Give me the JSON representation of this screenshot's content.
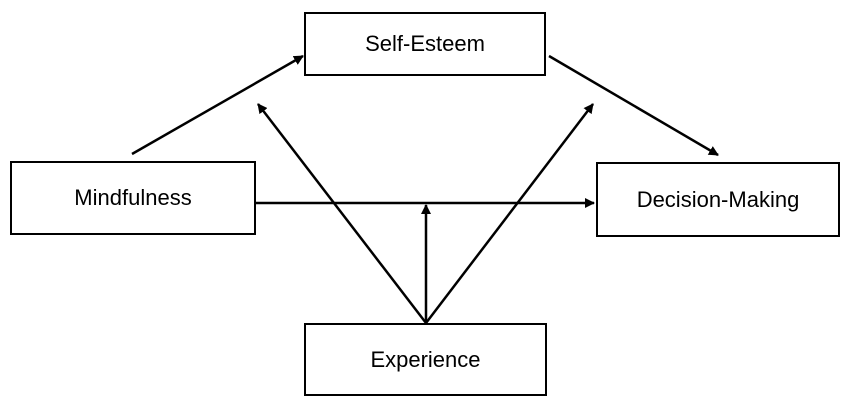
{
  "diagram": {
    "nodes": {
      "self_esteem": "Self-Esteem",
      "mindfulness": "Mindfulness",
      "decision_making": "Decision-Making",
      "experience": "Experience"
    },
    "edges": [
      {
        "from": "Mindfulness",
        "to": "Self-Esteem"
      },
      {
        "from": "Self-Esteem",
        "to": "Decision-Making"
      },
      {
        "from": "Mindfulness",
        "to": "Decision-Making"
      },
      {
        "from": "Experience",
        "to": "Mindfulness → Self-Esteem path"
      },
      {
        "from": "Experience",
        "to": "Self-Esteem → Decision-Making path"
      },
      {
        "from": "Experience",
        "to": "Mindfulness → Decision-Making path"
      }
    ],
    "colors": {
      "stroke": "#000000",
      "background": "#ffffff"
    }
  }
}
